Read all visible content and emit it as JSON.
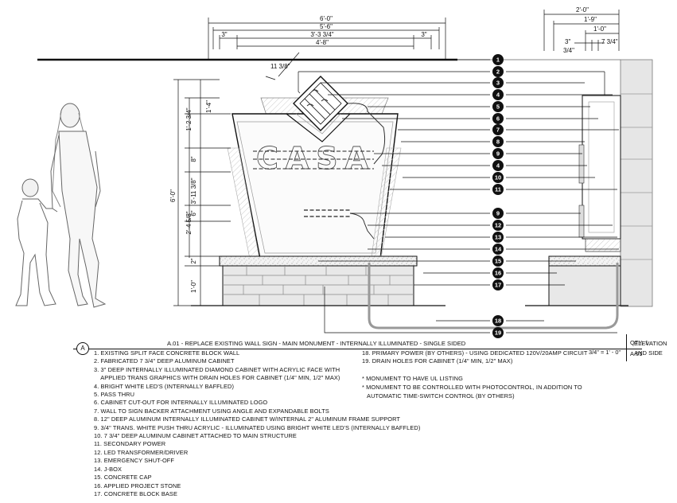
{
  "sheet": {
    "circle_letter": "A",
    "title": "A.01 - REPLACE EXISTING WALL SIGN - MAIN  MONUMENT - INTERNALLY ILLUMINATED - SINGLE SIDED",
    "view": "ELEVATION AND SIDE",
    "scale": "3/4\" = 1' - 0\"",
    "qty": "QTY. 1",
    "sheet_number": "A.01"
  },
  "dimensions": {
    "top": [
      "6'-0\"",
      "5'-6\"",
      "3\"",
      "3'-3 3/4\"",
      "3\"",
      "4'-8\""
    ],
    "tilt": "11 3/8\"",
    "side_top": [
      "2'-0\"",
      "1'-9\"",
      "1'-0\"",
      "3\"",
      "7 3/4\"",
      "3/4\""
    ],
    "vertical": [
      "1'-4\"",
      "1'-2 3/4\"",
      "8\"",
      "3'-11 3/8\"",
      "6'-0\"",
      "6\"",
      "2'-4 5/8\"",
      "2\"",
      "1'-0\""
    ]
  },
  "logo_text": "CASA",
  "callouts": [
    "1",
    "2",
    "3",
    "4",
    "5",
    "6",
    "7",
    "8",
    "9",
    "4",
    "10",
    "11",
    "9",
    "12",
    "13",
    "14",
    "15",
    "16",
    "17",
    "18",
    "19"
  ],
  "notes_left": [
    "1. EXISTING SPLIT FACE CONCRETE BLOCK WALL",
    "2. FABRICATED 7 3/4\" DEEP ALUMINUM CABINET",
    "3. 3\" DEEP INTERNALLY ILLUMINATED DIAMOND CABINET WITH ACRYLIC FACE WITH",
    "    APPLIED TRANS GRAPHICS WITH DRAIN HOLES FOR CABINET (1/4\" MIN, 1/2\" MAX)",
    "4. BRIGHT WHITE LED'S  (INTERNALLY BAFFLED)",
    "5. PASS THRU",
    "6. CABINET CUT-OUT FOR INTERNALLY ILLUMINATED LOGO",
    "7. WALL TO SIGN BACKER ATTACHMENT USING ANGLE AND EXPANDABLE BOLTS",
    "8. 12\" DEEP ALUMINUM INTERNALLY ILLUMINATED CABINET W/INTERNAL 2\" ALUMINUM FRAME SUPPORT",
    "9. 3/4\" TRANS. WHITE PUSH THRU ACRYLIC - ILLUMINATED USING BRIGHT WHITE LED'S (INTERNALLY BAFFLED)",
    "10. 7 3/4\" DEEP ALUMINUM CABINET ATTACHED TO MAIN STRUCTURE",
    "11. SECONDARY POWER",
    "12. LED TRANSFORMER/DRIVER",
    "13. EMERGENCY SHUT-OFF",
    "14. J-BOX",
    "15. CONCRETE CAP",
    "16. APPLIED PROJECT STONE",
    "17. CONCRETE BLOCK BASE"
  ],
  "notes_right": [
    "18. PRIMARY POWER (BY OTHERS) - USING DEDICATED 120V/20AMP CIRCUIT",
    "19. DRAIN HOLES FOR CABINET (1/4\" MIN, 1/2\" MAX)"
  ],
  "notes_star": [
    "* MONUMENT TO HAVE UL LISTING",
    "* MONUMENT TO BE CONTROLLED WITH PHOTOCONTROL, IN ADDITION TO",
    "   AUTOMATIC TIME-SWITCH CONTROL (BY OTHERS)"
  ],
  "colors": {
    "ink": "#111111",
    "stone": "#b9b9b9",
    "wall": "#e6e6e6"
  }
}
